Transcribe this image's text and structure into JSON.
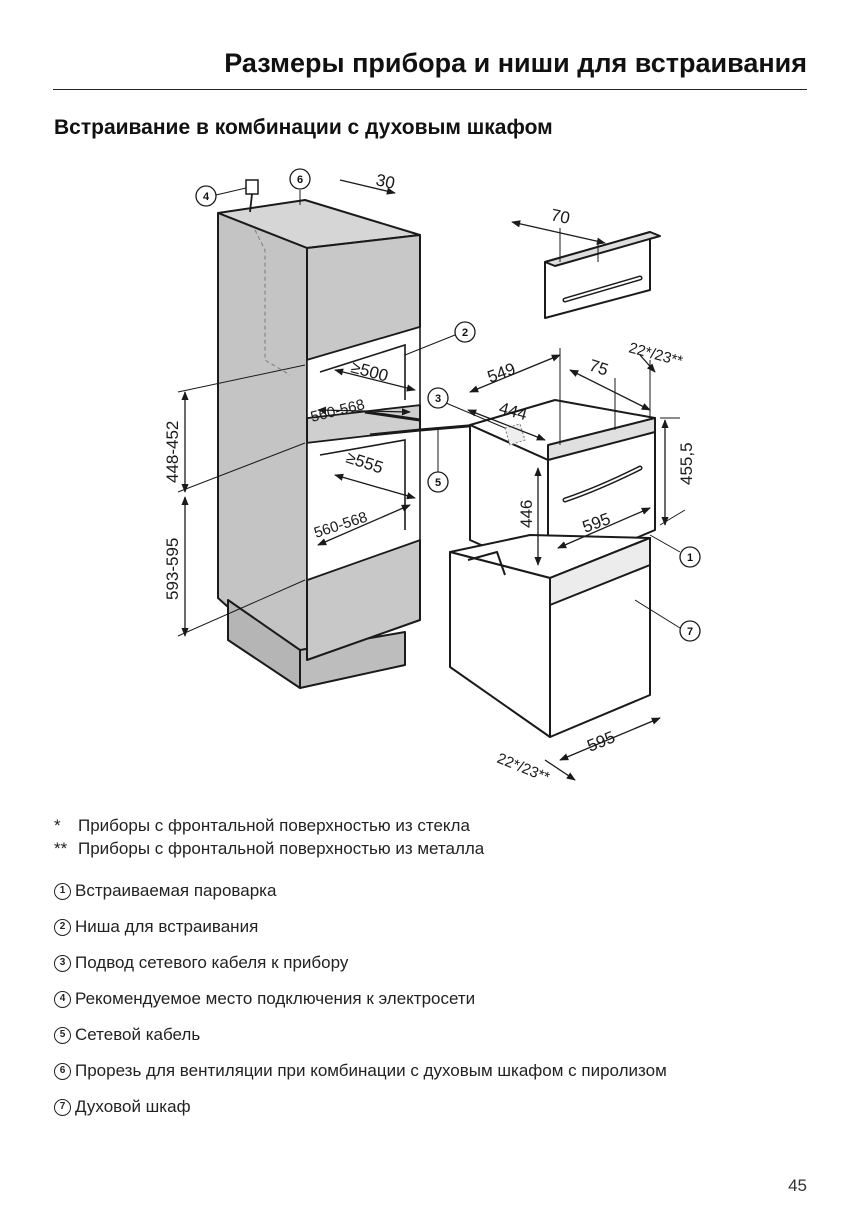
{
  "header": {
    "title": "Размеры прибора и ниши для встраивания",
    "section_title": "Встраивание в комбинации с духовым шкафом"
  },
  "diagram": {
    "dims": {
      "d30": "30",
      "d70": "70",
      "d500": "≥500",
      "d560a": "560-568",
      "d555": "≥555",
      "d560b": "560-568",
      "d448": "448-452",
      "d593": "593-595",
      "d549": "549",
      "d75": "75",
      "d22top": "22*/23**",
      "d444": "444",
      "d455": "455,5",
      "d446": "446",
      "d595a": "595",
      "d595b": "595",
      "d22bot": "22*/23**"
    },
    "callouts": [
      "1",
      "2",
      "3",
      "4",
      "5",
      "6",
      "7"
    ],
    "colors": {
      "panel": "#c8c8c8",
      "panel_dark": "#b3b3b3",
      "line": "#1a1a1a"
    }
  },
  "footnotes": [
    {
      "mark": "*",
      "text": "Приборы с фронтальной поверхностью из стекла"
    },
    {
      "mark": "**",
      "text": "Приборы с фронтальной поверхностью из металла"
    }
  ],
  "legend": [
    {
      "num": "1",
      "text": "Встраиваемая пароварка"
    },
    {
      "num": "2",
      "text": "Ниша для встраивания"
    },
    {
      "num": "3",
      "text": "Подвод сетевого кабеля к прибору"
    },
    {
      "num": "4",
      "text": "Рекомендуемое место подключения к электросети"
    },
    {
      "num": "5",
      "text": "Сетевой кабель"
    },
    {
      "num": "6",
      "text": "Прорезь для вентиляции при комбинации с духовым шкафом с пиролизом"
    },
    {
      "num": "7",
      "text": "Духовой шкаф"
    }
  ],
  "page_number": "45"
}
